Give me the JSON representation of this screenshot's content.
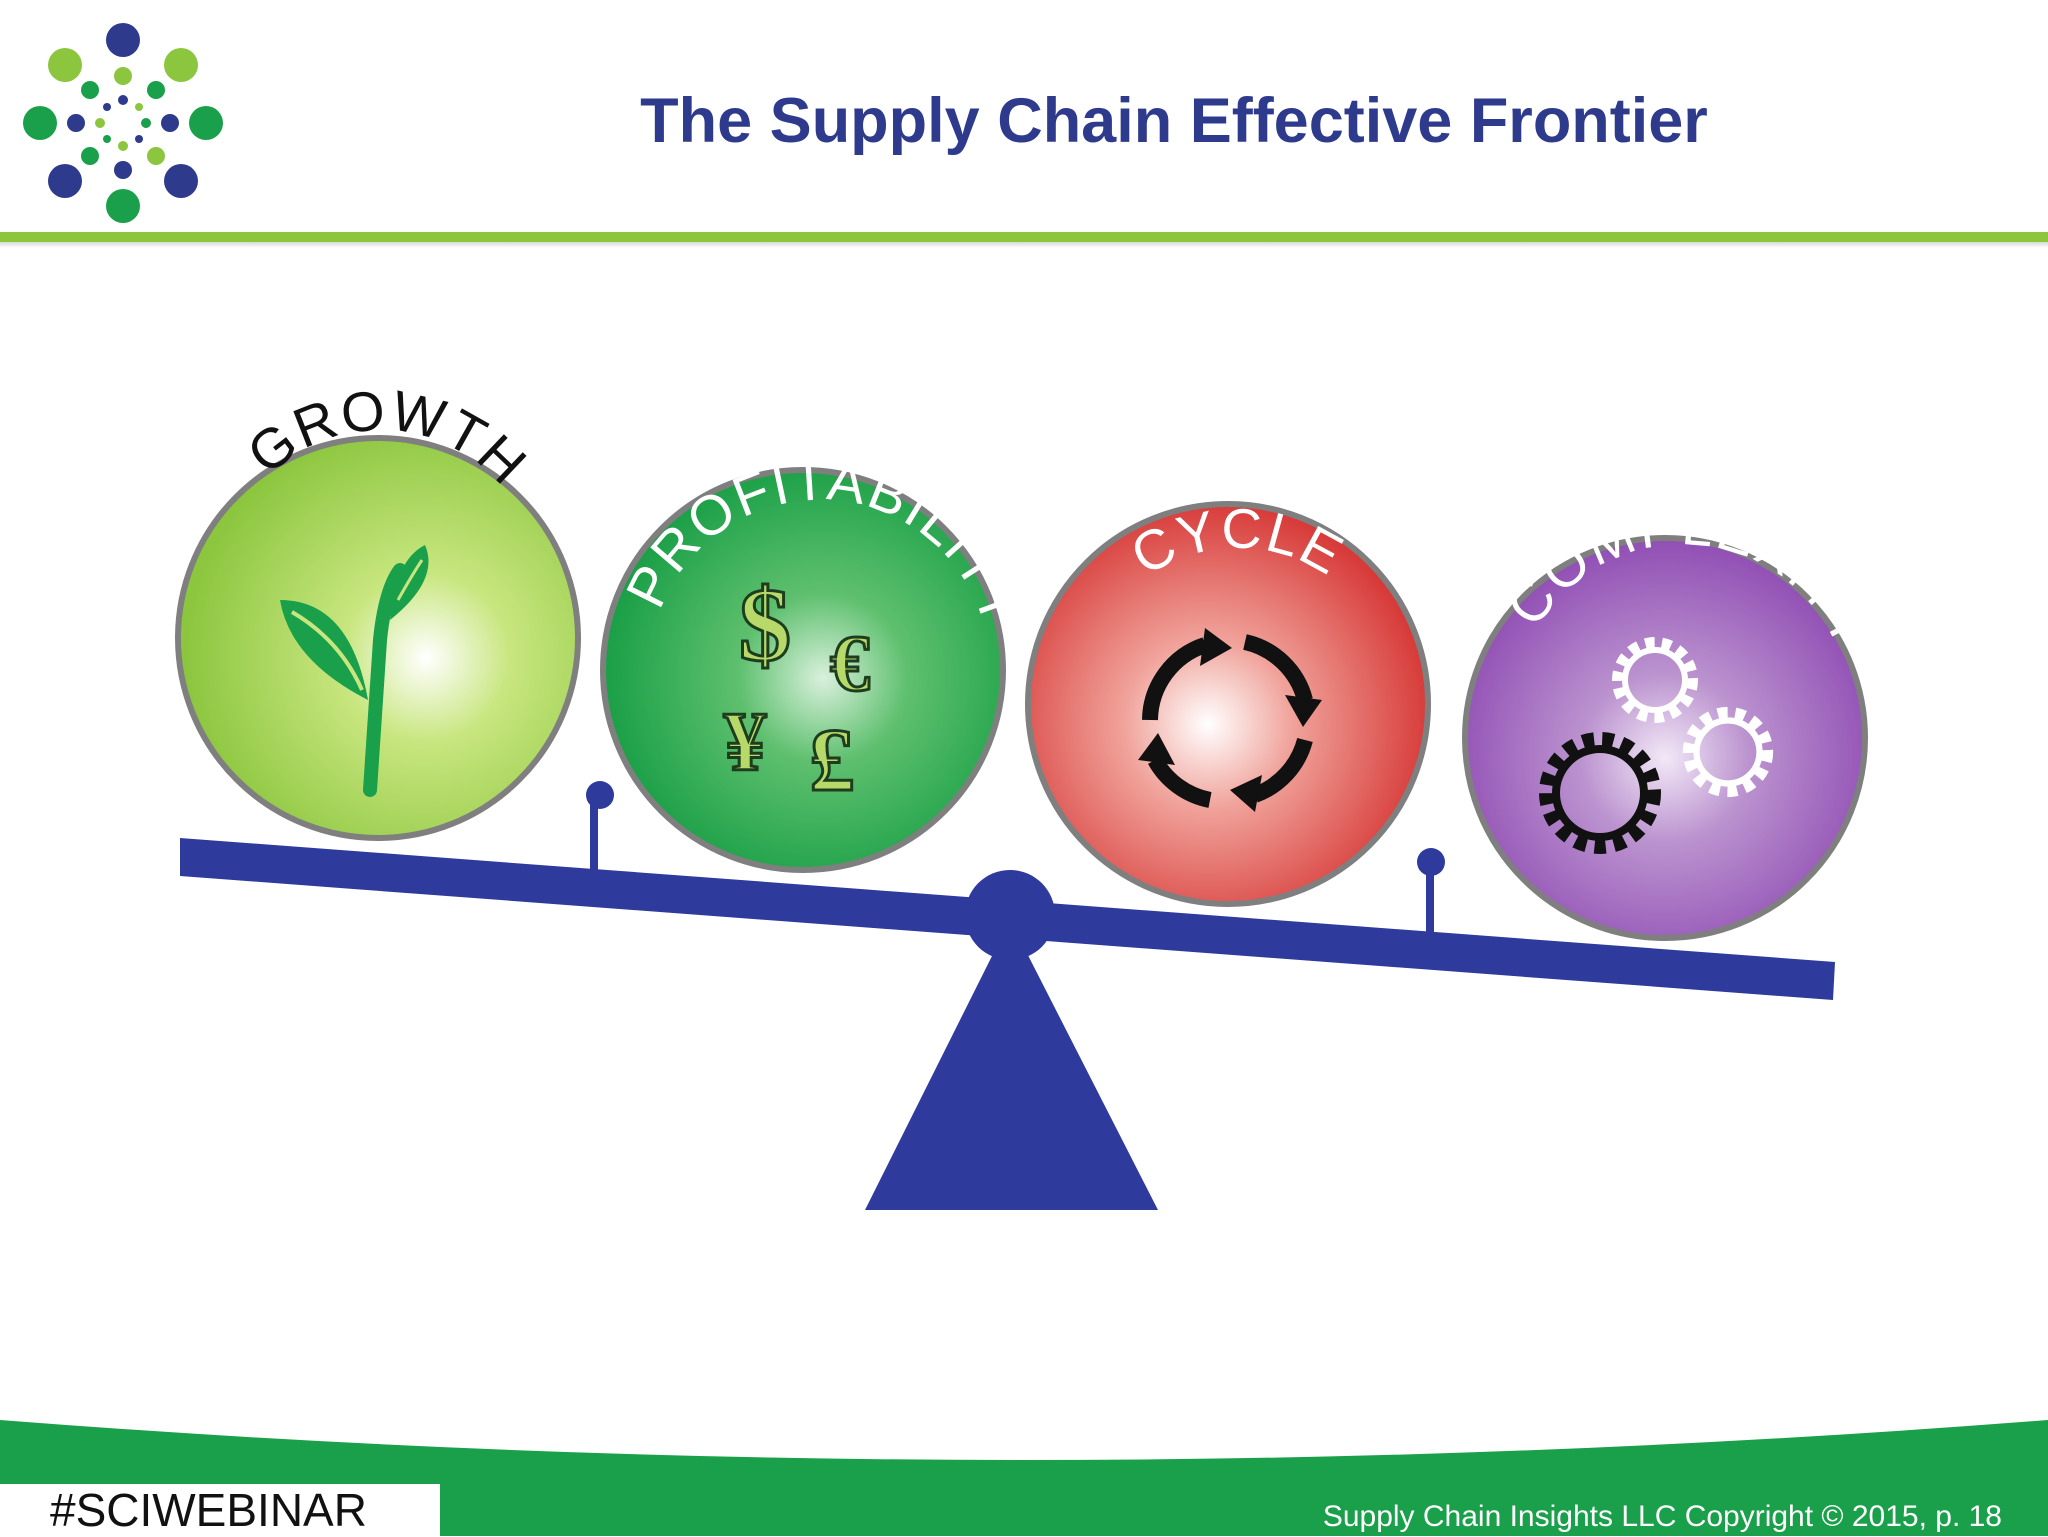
{
  "header": {
    "title": "The Supply Chain Effective Frontier"
  },
  "balls": [
    {
      "label": "GROWTH",
      "color": "#8cc63f",
      "icon": "sprout-icon"
    },
    {
      "label": "PROFITABILITY",
      "color": "#1aa04a",
      "icon": "currency-icon"
    },
    {
      "label": "CYCLE",
      "color": "#d9302f",
      "icon": "cycle-arrows-icon"
    },
    {
      "label": "COMPLEXITY",
      "color": "#8a44b0",
      "icon": "gears-icon"
    }
  ],
  "currency": {
    "dollar": "$",
    "euro": "€",
    "yen": "¥",
    "pound": "£"
  },
  "footer": {
    "hashtag": "#SCIWEBINAR",
    "copyright": "Supply Chain Insights LLC Copyright © 2015, p. 18"
  },
  "colors": {
    "title": "#2e3a8c",
    "accent_green": "#8cc63f",
    "footer_green": "#1aa04a",
    "seesaw": "#2e3a9c"
  }
}
